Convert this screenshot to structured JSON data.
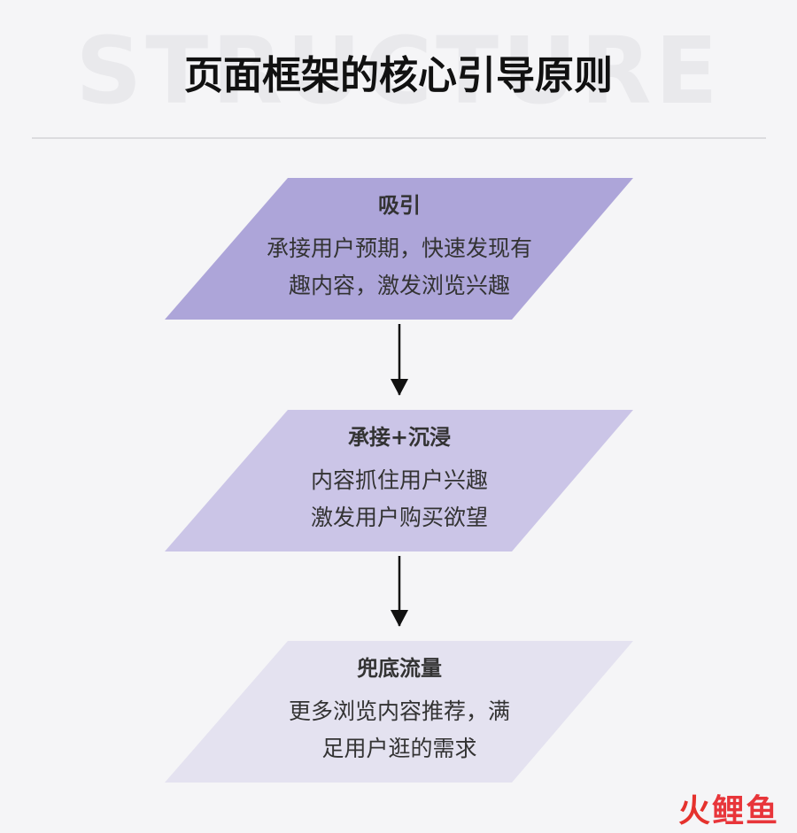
{
  "header": {
    "watermark": "STRUCTURE",
    "title": "页面框架的核心引导原则"
  },
  "steps": [
    {
      "heading": "吸引",
      "lines": [
        "承接用户预期，快速发现有",
        "趣内容，激发浏览兴趣"
      ],
      "color": "#ada5d9"
    },
    {
      "heading": "承接+沉浸",
      "lines": [
        "内容抓住用户兴趣",
        "激发用户购买欲望"
      ],
      "color": "#cbc5e7"
    },
    {
      "heading": "兜底流量",
      "lines": [
        "更多浏览内容推荐，满",
        "足用户逛的需求"
      ],
      "color": "#e4e2f0"
    }
  ],
  "logo": {
    "chars": [
      "火",
      "鲤",
      "鱼"
    ]
  }
}
